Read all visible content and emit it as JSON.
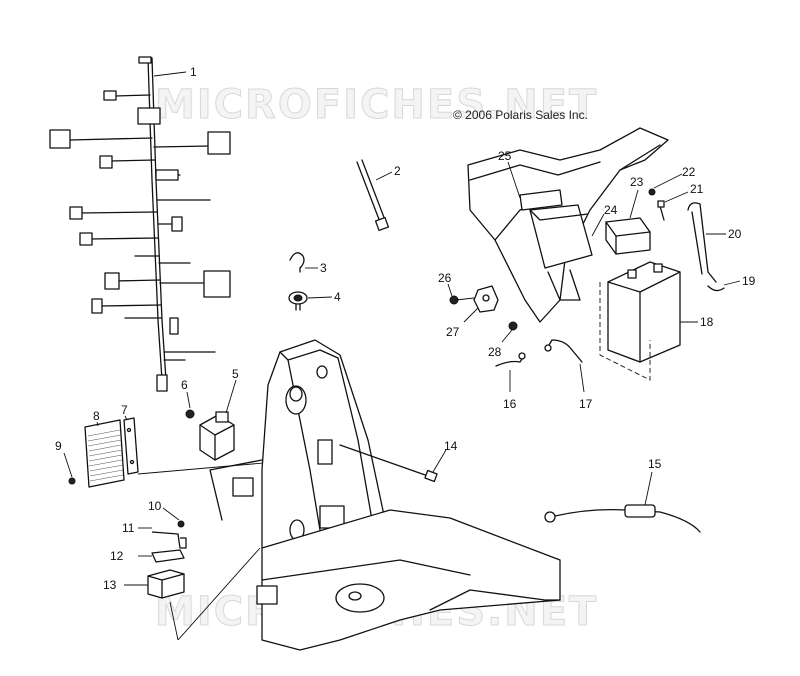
{
  "copyright": "© 2006 Polaris Sales Inc.",
  "watermarks": [
    "MICROFICHES.NET",
    "MICROFICHES.NET"
  ],
  "callouts": [
    "1",
    "2",
    "3",
    "4",
    "5",
    "6",
    "7",
    "8",
    "9",
    "10",
    "11",
    "12",
    "13",
    "14",
    "15",
    "16",
    "17",
    "18",
    "19",
    "20",
    "21",
    "22",
    "23",
    "24",
    "25",
    "26",
    "27",
    "28"
  ]
}
